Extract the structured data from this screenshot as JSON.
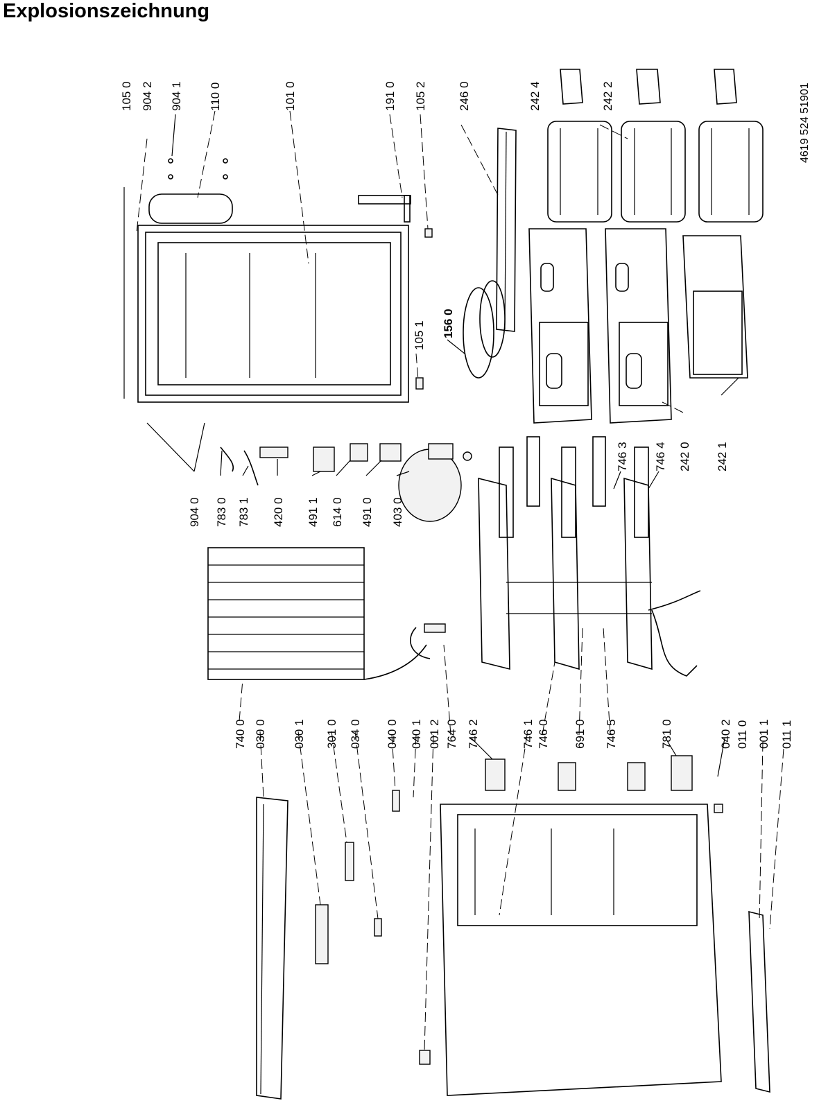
{
  "title": "Explosionszeichnung",
  "doc_number": "4619 524 51901",
  "part_labels": [
    "105 0",
    "904 2",
    "904 1",
    "110 0",
    "101 0",
    "191 0",
    "105 2",
    "246 0",
    "242 4",
    "242 2",
    "105 1",
    "156 0",
    "904 0",
    "783 0",
    "783 1",
    "420 0",
    "491 1",
    "614 0",
    "491 0",
    "403 0",
    "746 3",
    "746 4",
    "242 0",
    "242 1",
    "740 0",
    "030 0",
    "030 1",
    "301 0",
    "034 0",
    "040 0",
    "040 1",
    "001 2",
    "764 0",
    "746 2",
    "746 1",
    "746 0",
    "691 0",
    "746 5",
    "781 0",
    "040 2",
    "011 0",
    "001 1",
    "011 1"
  ]
}
